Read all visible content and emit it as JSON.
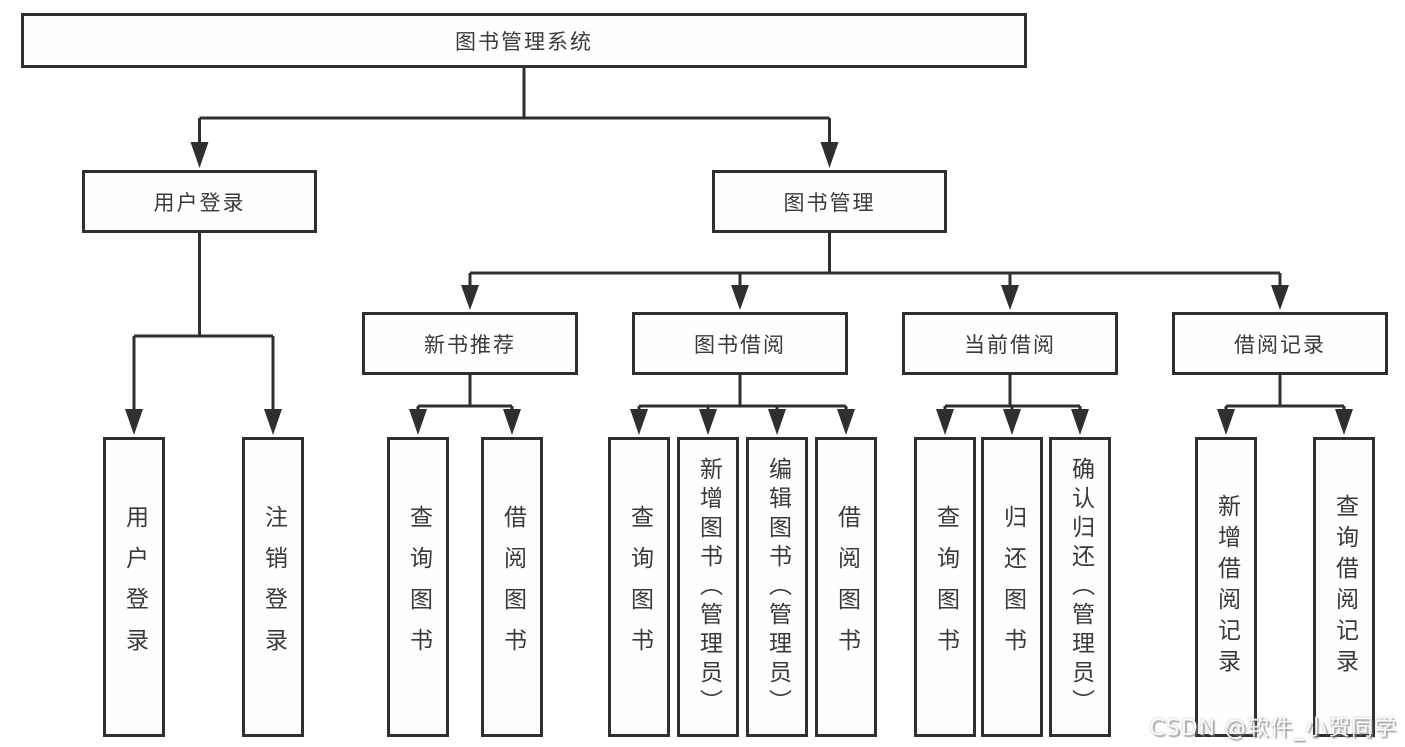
{
  "tree": {
    "root": "图书管理系统",
    "branches": [
      {
        "label": "用户登录",
        "children": [
          "用户登录",
          "注销登录"
        ]
      },
      {
        "label": "图书管理",
        "groups": [
          {
            "label": "新书推荐",
            "children": [
              "查询图书",
              "借阅图书"
            ]
          },
          {
            "label": "图书借阅",
            "children": [
              "查询图书",
              "新增图书（管理员）",
              "编辑图书（管理员）",
              "借阅图书"
            ]
          },
          {
            "label": "当前借阅",
            "children": [
              "查询图书",
              "归还图书",
              "确认归还（管理员）"
            ]
          },
          {
            "label": "借阅记录",
            "children": [
              "新增借阅记录",
              "查询借阅记录"
            ]
          }
        ]
      }
    ]
  },
  "watermark": {
    "text": "CSDN @软件_小贺同学"
  },
  "colors": {
    "line": "#2f2f2f",
    "box_border": "#2f2f2f",
    "box_text": "#3a3a3a",
    "background": "#ffffff",
    "watermark_text": "#ffffff"
  }
}
